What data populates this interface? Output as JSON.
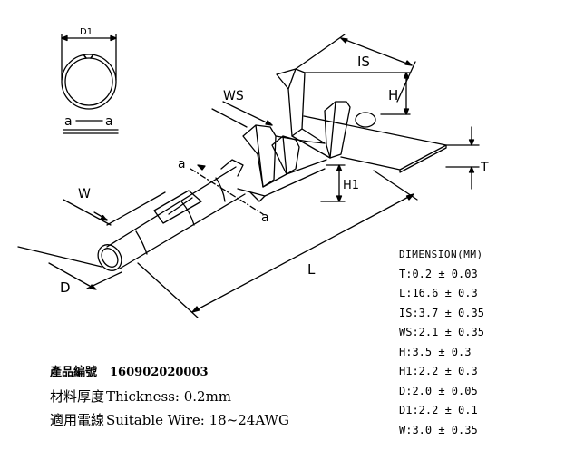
{
  "labels": {
    "d1": "D1",
    "section_a_left": "a",
    "section_a_right": "a",
    "ws": "WS",
    "is": "IS",
    "h": "H",
    "t": "T",
    "a_upper": "a",
    "a_lower": "a",
    "w": "W",
    "h1": "H1",
    "l": "L",
    "d": "D"
  },
  "dimensions": {
    "title": "DIMENSION(MM)",
    "items": [
      "T:0.2 ± 0.03",
      "L:16.6 ± 0.3",
      "IS:3.7 ± 0.35",
      "WS:2.1 ± 0.35",
      "H:3.5 ± 0.3",
      "H1:2.2 ± 0.3",
      "D:2.0 ± 0.05",
      "D1:2.2 ± 0.1",
      "W:3.0 ± 0.35"
    ]
  },
  "info": {
    "part_label": "產品編號",
    "part_number": "160902020003",
    "material_label": "材料厚度",
    "thickness_text": "Thickness: 0.2mm",
    "wire_label": "適用電線",
    "wire_text": "Suitable  Wire: 18~24AWG"
  }
}
